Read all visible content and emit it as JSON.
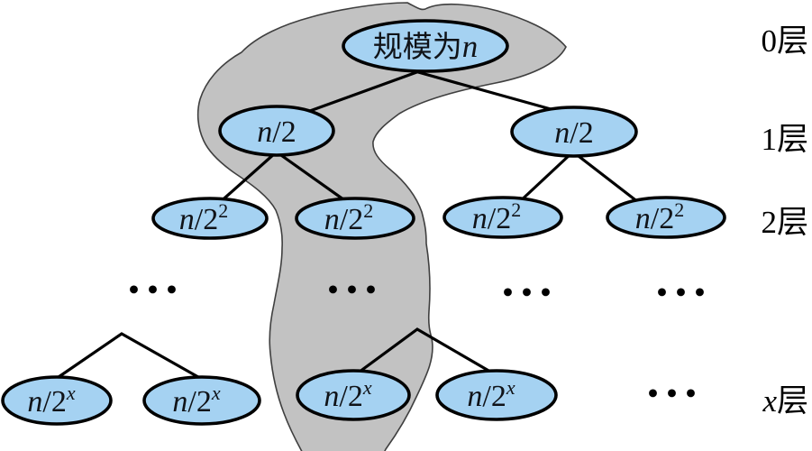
{
  "colors": {
    "node_fill": "#a5d2f2",
    "node_stroke": "#000000",
    "blob_fill": "#c2c2c2",
    "blob_stroke": "#3f3f3f",
    "edge": "#000000",
    "text": "#101318"
  },
  "tree": {
    "root": {
      "prefix": "规模为",
      "var": "n"
    },
    "level1_node": {
      "var": "n",
      "rest": "/2"
    },
    "level2_node": {
      "var": "n",
      "rest": "/2",
      "sup": "2"
    },
    "levelx_node": {
      "var": "n",
      "rest": "/2",
      "sup": "x"
    },
    "ellipsis": "•••"
  },
  "layer_labels": [
    {
      "num": "0",
      "suffix": "层"
    },
    {
      "num": "1",
      "suffix": "层"
    },
    {
      "num": "2",
      "suffix": "层"
    },
    {
      "num": "x",
      "suffix": "层"
    }
  ]
}
